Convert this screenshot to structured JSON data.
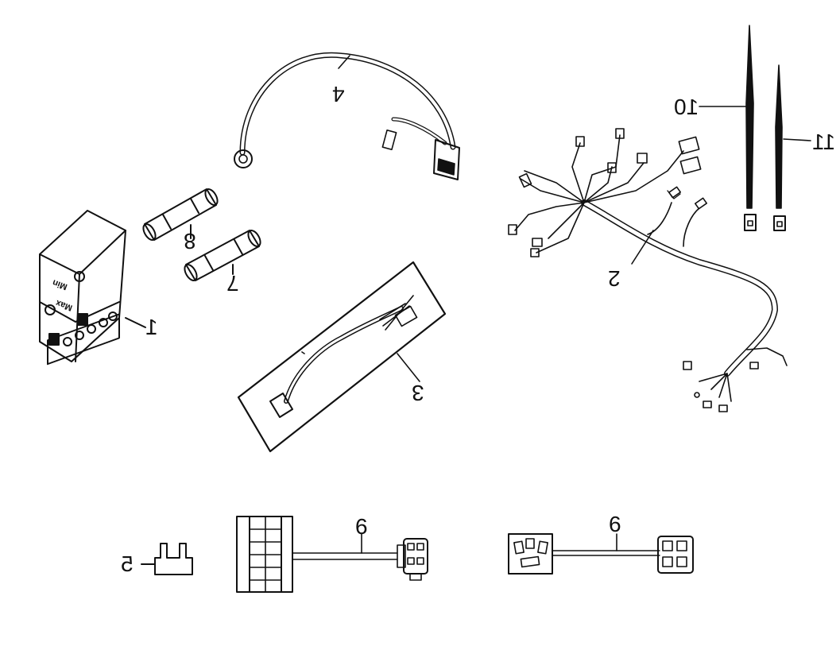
{
  "callouts": {
    "p1": "1",
    "p2": "2",
    "p3": "3",
    "p4": "4",
    "p5": "5",
    "p6": "6",
    "p7": "7",
    "p8": "8",
    "p9": "9",
    "p10": "10",
    "p11": "11"
  },
  "regulator_labels": {
    "min": "Min",
    "max": "Max"
  },
  "colors": {
    "line": "#111111",
    "background": "#ffffff"
  }
}
